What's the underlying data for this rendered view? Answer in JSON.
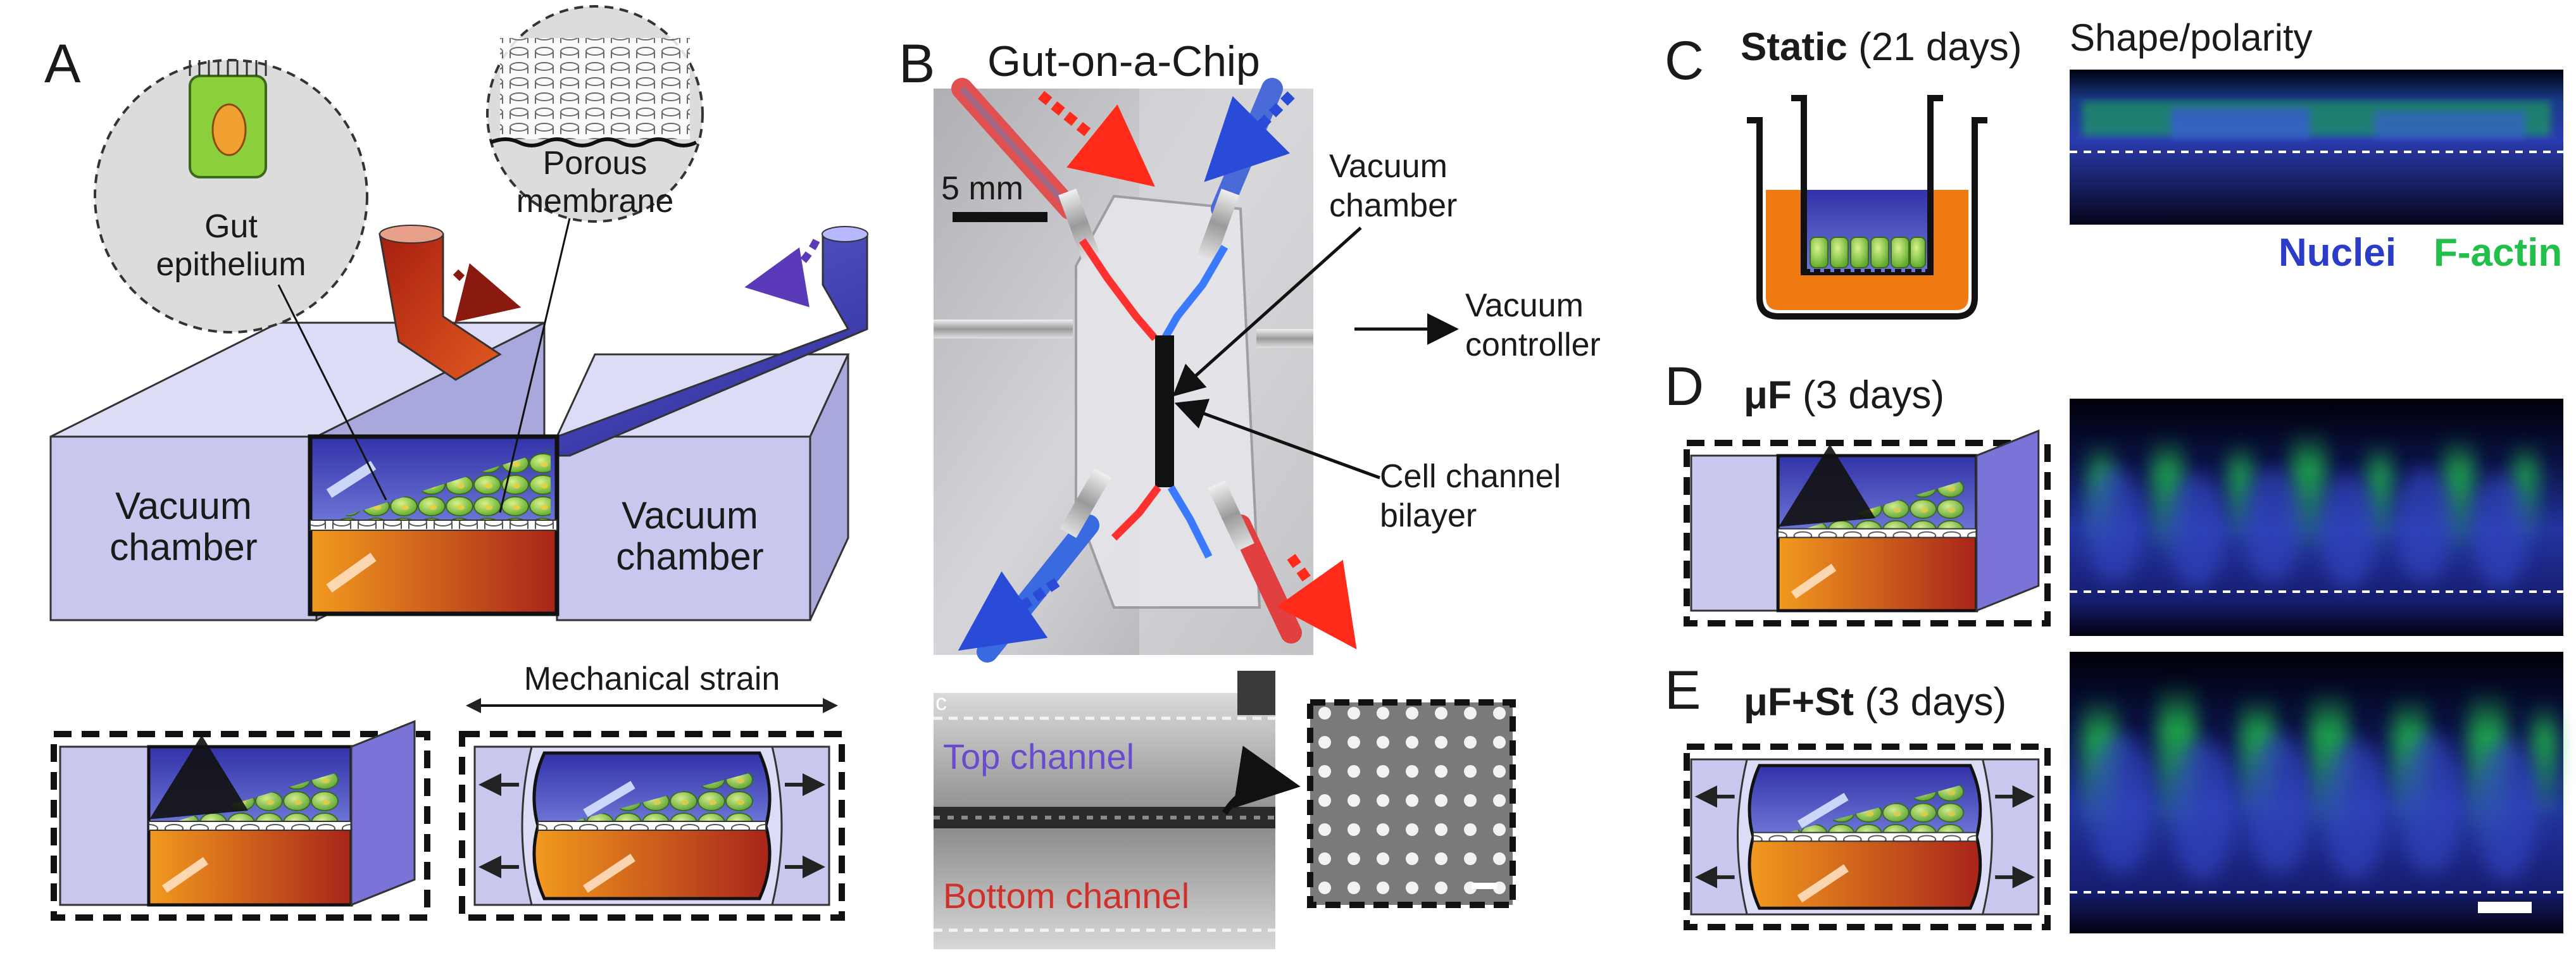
{
  "panels": {
    "a": {
      "letter": "A",
      "callout_epithelium": [
        "Gut",
        "epithelium"
      ],
      "callout_membrane": [
        "Porous",
        "membrane"
      ],
      "vacuum_left": [
        "Vacuum",
        "chamber"
      ],
      "vacuum_right": [
        "Vacuum",
        "chamber"
      ],
      "strain_label": "Mechanical strain"
    },
    "b": {
      "letter": "B",
      "title": "Gut-on-a-Chip",
      "scale_label": "5 mm",
      "vacuum_chamber": [
        "Vacuum",
        "chamber"
      ],
      "vacuum_controller": [
        "Vacuum",
        "controller"
      ],
      "cell_channel": [
        "Cell channel",
        "bilayer"
      ],
      "top_channel": "Top channel",
      "bottom_channel": "Bottom channel",
      "inset_letter": "c"
    },
    "c": {
      "letter": "C",
      "title_bold": "Static",
      "title_rest": " (21 days)",
      "heading": "Shape/polarity",
      "legend_nuclei": "Nuclei",
      "legend_factin": "F-actin"
    },
    "d": {
      "letter": "D",
      "title_bold": "μF",
      "title_rest": " (3 days)"
    },
    "e": {
      "letter": "E",
      "title_bold": "μF+St",
      "title_rest": " (3 days)"
    }
  },
  "colors": {
    "blue_fluid": "#3c3cb8",
    "red_fluid": "#c0301e",
    "orange_media": "#f07a12",
    "chamber_lavender": "#c8c8ee",
    "cell_green": "#8ccf3c",
    "nuclei_blue": "#2a3cc8",
    "factin_green": "#22c04a"
  }
}
